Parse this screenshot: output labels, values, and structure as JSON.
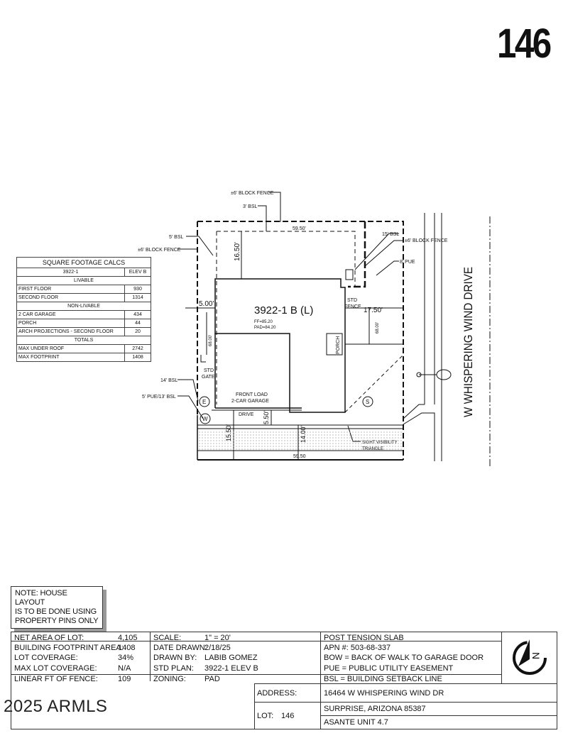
{
  "lot_number": "146",
  "street": "W WHISPERING WIND DRIVE",
  "plan_label": "3922-1 B (L)",
  "ff": "FF=85.20",
  "pad": "PAD=84.20",
  "labels": {
    "block_fence_top": "±6' BLOCK FENCE",
    "bsl_3": "3' BSL",
    "bsl_5": "5' BSL",
    "block_fence_left": "±6' BLOCK FENCE",
    "bsl_15": "15' BSL",
    "block_fence_right": "±6' BLOCK FENCE",
    "pue_8": "8' PUE",
    "bsl_14": "14' BSL",
    "pue_bsl": "5' PUE/13' BSL",
    "std_gate": "STD",
    "std_gate2": "GATE",
    "std_fence": "STD",
    "std_fence2": "FENCE",
    "porch": "PORCH",
    "garage1": "FRONT LOAD",
    "garage2": "2-CAR GARAGE",
    "drive": "DRIVE",
    "svt1": "SIGHT VISIBILITY",
    "svt2": "TRIANGLE",
    "marker_e": "E",
    "marker_w": "W",
    "marker_s": "S"
  },
  "dims": {
    "top": "59.50'",
    "bottom": "59.50",
    "front": "16.50'",
    "side_left": "5.00'",
    "side_right": "17.50'",
    "depth_left": "68.00'",
    "depth_right": "68.00'",
    "rear_15": "15.50'",
    "rear_14": "14.00'",
    "drive_550": "5.50'"
  },
  "sqft_table": {
    "title": "SQUARE FOOTAGE CALCS",
    "plan": "3922-1",
    "elev": "ELEV B",
    "livable": "LIVABLE",
    "livable_rows": [
      {
        "label": "FIRST FLOOR",
        "value": "930"
      },
      {
        "label": "SECOND FLOOR",
        "value": "1314"
      }
    ],
    "non_livable": "NON-LIVABLE",
    "non_livable_rows": [
      {
        "label": "2 CAR GARAGE",
        "value": "434"
      },
      {
        "label": "PORCH",
        "value": "44"
      },
      {
        "label": "ARCH PROJECTIONS - SECOND FLOOR",
        "value": "20"
      }
    ],
    "totals": "TOTALS",
    "totals_rows": [
      {
        "label": "MAX UNDER ROOF",
        "value": "2742"
      },
      {
        "label": "MAX FOOTPRINT",
        "value": "1408"
      }
    ]
  },
  "note": [
    "NOTE: HOUSE LAYOUT",
    "IS TO BE DONE USING",
    "PROPERTY PINS ONLY"
  ],
  "title_block": {
    "col1": [
      {
        "label": "NET AREA OF LOT:",
        "value": "4,105"
      },
      {
        "label": "BUILDING FOOTPRINT AREA:",
        "value": "1408"
      },
      {
        "label": "LOT COVERAGE:",
        "value": "34%"
      },
      {
        "label": "MAX LOT COVERAGE:",
        "value": "N/A"
      },
      {
        "label": "LINEAR FT OF FENCE:",
        "value": "109"
      }
    ],
    "col2": [
      {
        "label": "SCALE:",
        "value": "1\" = 20'"
      },
      {
        "label": "DATE DRAWN:",
        "value": "2/18/25"
      },
      {
        "label": "DRAWN BY:",
        "value": "LABIB GOMEZ"
      },
      {
        "label": "STD PLAN:",
        "value": "3922-1 ELEV B"
      },
      {
        "label": "ZONING:",
        "value": "PAD"
      }
    ],
    "col3": [
      "POST TENSION SLAB",
      "APN #:    503-68-337",
      "BOW = BACK OF WALK TO GARAGE DOOR",
      "PUE = PUBLIC UTILITY EASEMENT",
      "BSL = BUILDING SETBACK LINE"
    ],
    "address_label": "ADDRESS:",
    "address": "16464 W WHISPERING WIND DR",
    "city": "SURPRISE, ARIZONA 85387",
    "lot_label": "LOT:",
    "lot_value": "146",
    "subdivision": "ASANTE UNIT 4.7",
    "north": "N"
  },
  "watermark": "2025 ARMLS"
}
